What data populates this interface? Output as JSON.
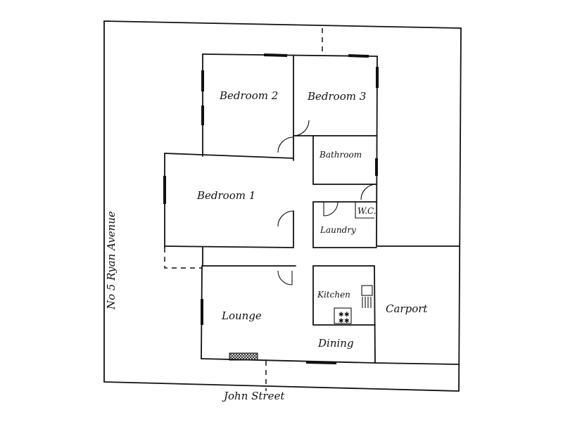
{
  "rooms": {
    "bedroom2": "Bedroom 2",
    "bedroom3": "Bedroom 3",
    "bathroom": "Bathroom",
    "bedroom1": "Bedroom 1",
    "wc": "W.C.",
    "laundry": "Laundry",
    "kitchen": "Kitchen",
    "lounge": "Lounge",
    "carport": "Carport",
    "dining": "Dining"
  },
  "streets": {
    "side": "No 5 Ryan Avenue",
    "front": "John Street"
  },
  "colors": {
    "ink": "#111111",
    "paper": "#ffffff"
  }
}
